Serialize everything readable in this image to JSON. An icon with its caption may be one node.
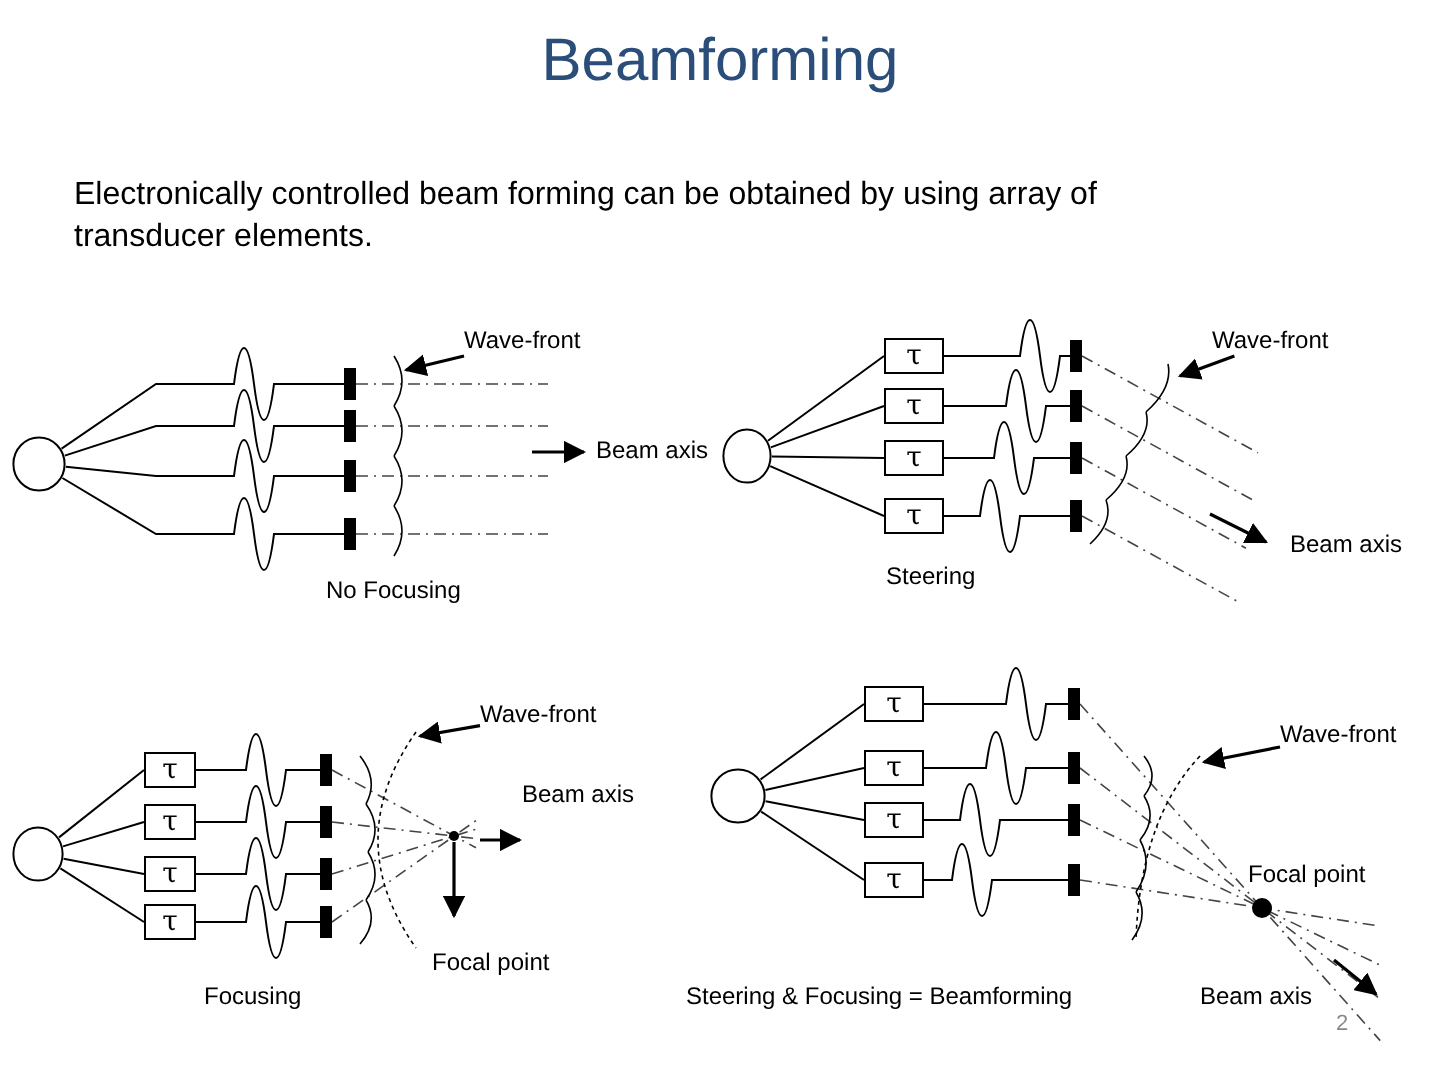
{
  "diagram": {
    "title": "Beamforming",
    "nodes": [
      {
        "text": [],
        "shape": "circle"
      },
      {
        "text": [],
        "shape": "bar"
      },
      {
        "text": [],
        "shape": "bar"
      },
      {
        "text": [],
        "shape": "bar"
      },
      {
        "text": [],
        "shape": "bar"
      },
      {
        "text": [
          "Wave-front"
        ]
      },
      {
        "text": [],
        "shape": "circle"
      },
      {
        "text": [
          "τ"
        ]
      },
      {
        "text": [
          "τ"
        ]
      },
      {
        "text": [
          "τ"
        ]
      },
      {
        "text": [
          "τ"
        ]
      },
      {
        "text": [],
        "shape": "bar"
      },
      {
        "text": [],
        "shape": "bar"
      },
      {
        "text": [],
        "shape": "bar"
      },
      {
        "text": [],
        "shape": "bar"
      },
      {
        "text": [
          "Wave-front"
        ]
      },
      {
        "text": [],
        "shape": "circle"
      },
      {
        "text": [
          "τ"
        ]
      },
      {
        "text": [
          "τ"
        ]
      },
      {
        "text": [
          "τ"
        ]
      },
      {
        "text": [
          "τ"
        ]
      },
      {
        "text": [],
        "shape": "bar"
      },
      {
        "text": [],
        "shape": "bar"
      },
      {
        "text": [],
        "shape": "bar"
      },
      {
        "text": [],
        "shape": "bar"
      },
      {
        "text": [
          "Wave-front"
        ]
      },
      {
        "text": [],
        "shape": "circle"
      },
      {
        "text": [
          "τ"
        ]
      },
      {
        "text": [
          "τ"
        ]
      },
      {
        "text": [
          "τ"
        ]
      },
      {
        "text": [
          "τ"
        ]
      },
      {
        "text": [],
        "shape": "bar"
      },
      {
        "text": [],
        "shape": "bar"
      },
      {
        "text": [],
        "shape": "bar"
      },
      {
        "text": [],
        "shape": "bar"
      },
      {
        "text": [
          "Wave-front"
        ]
      },
      {
        "text": [],
        "shape": "curve"
      },
      {
        "text": [],
        "shape": "curve"
      },
      {
        "text": [],
        "shape": "curve"
      },
      {
        "text": [],
        "shape": "curve"
      }
    ],
    "edges": [
      {
        "from": 0,
        "to": 1,
        "arrow": "none"
      },
      {
        "from": 0,
        "to": 2,
        "arrow": "none"
      },
      {
        "from": 0,
        "to": 3,
        "arrow": "none"
      },
      {
        "from": 0,
        "to": 4,
        "arrow": "none"
      },
      {
        "from": 5,
        "to": 36,
        "arrow": "to"
      },
      {
        "from": 6,
        "to": 7,
        "arrow": "none"
      },
      {
        "from": 6,
        "to": 8,
        "arrow": "none"
      },
      {
        "from": 6,
        "to": 9,
        "arrow": "none"
      },
      {
        "from": 6,
        "to": 10,
        "arrow": "none"
      },
      {
        "from": 7,
        "to": 11,
        "arrow": "none"
      },
      {
        "from": 8,
        "to": 12,
        "arrow": "none"
      },
      {
        "from": 9,
        "to": 13,
        "arrow": "none"
      },
      {
        "from": 10,
        "to": 14,
        "arrow": "none"
      },
      {
        "from": 15,
        "to": 37,
        "arrow": "to"
      },
      {
        "from": 16,
        "to": 17,
        "arrow": "none"
      },
      {
        "from": 16,
        "to": 18,
        "arrow": "none"
      },
      {
        "from": 16,
        "to": 19,
        "arrow": "none"
      },
      {
        "from": 16,
        "to": 20,
        "arrow": "none"
      },
      {
        "from": 17,
        "to": 21,
        "arrow": "none"
      },
      {
        "from": 18,
        "to": 22,
        "arrow": "none"
      },
      {
        "from": 19,
        "to": 23,
        "arrow": "none"
      },
      {
        "from": 20,
        "to": 24,
        "arrow": "none"
      },
      {
        "from": 25,
        "to": 38,
        "arrow": "to"
      },
      {
        "from": 26,
        "to": 27,
        "arrow": "none"
      },
      {
        "from": 26,
        "to": 28,
        "arrow": "none"
      },
      {
        "from": 26,
        "to": 29,
        "arrow": "none"
      },
      {
        "from": 26,
        "to": 30,
        "arrow": "none"
      },
      {
        "from": 27,
        "to": 31,
        "arrow": "none"
      },
      {
        "from": 28,
        "to": 32,
        "arrow": "none"
      },
      {
        "from": 29,
        "to": 33,
        "arrow": "none"
      },
      {
        "from": 30,
        "to": 34,
        "arrow": "none"
      },
      {
        "from": 35,
        "to": 39,
        "arrow": "to"
      }
    ],
    "labels": [
      "Electronically controlled beam forming can be obtained by using array of transducer elements.",
      "Beam axis",
      "No Focusing",
      "Beam axis",
      "Steering",
      "Beam axis",
      "Focal point",
      "Focusing",
      "Focal point",
      "Steering & Focusing = Beamforming",
      "Beam axis",
      "2"
    ]
  }
}
